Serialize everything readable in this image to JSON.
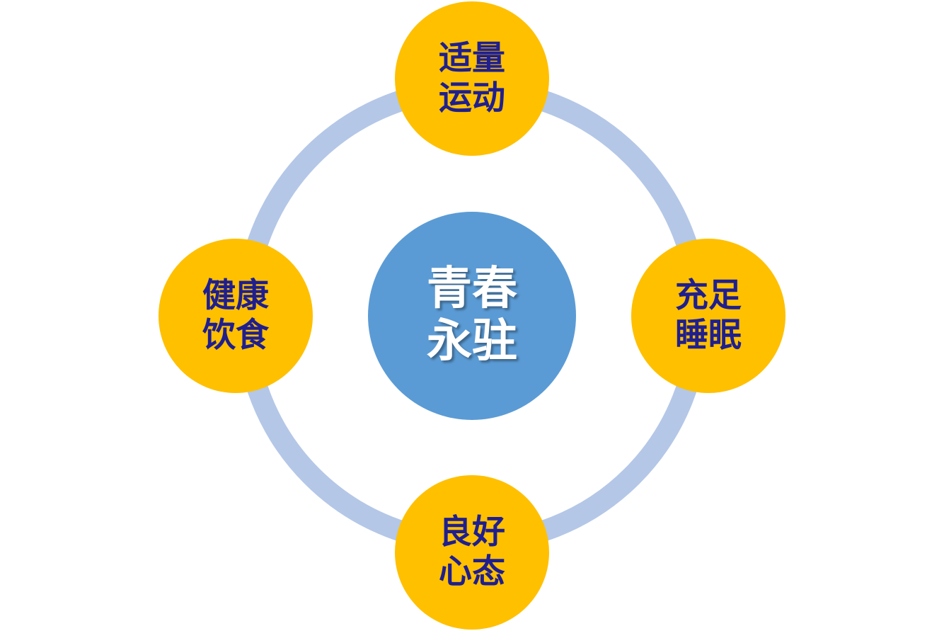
{
  "colors": {
    "ring": "#b4c7e7",
    "outer_fill": "#ffc000",
    "outer_text": "#1f1f8f",
    "center_fill": "#5b9bd5",
    "center_text": "#ffffff"
  },
  "center": {
    "lines": [
      "青春",
      "永驻"
    ]
  },
  "nodes": {
    "top": {
      "lines": [
        "适量",
        "运动"
      ]
    },
    "right": {
      "lines": [
        "充足",
        "睡眠"
      ]
    },
    "bottom": {
      "lines": [
        "良好",
        "心态"
      ]
    },
    "left": {
      "lines": [
        "健康",
        "饮食"
      ]
    }
  }
}
